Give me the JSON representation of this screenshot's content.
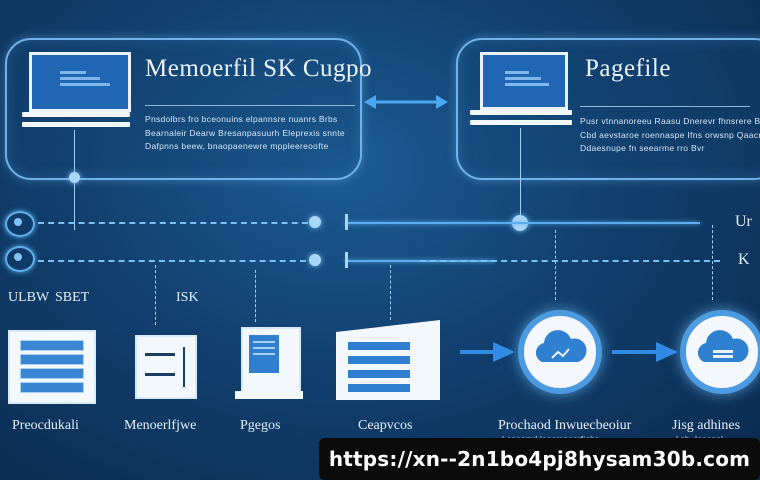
{
  "left_panel": {
    "title": "Memoerfil SK Cugpo",
    "text_lines": [
      "Pnsdolbrs fro bceonuins elpannsre nuanrs Brbs",
      "Bearnaleir Dearw Bresanpasuurh Eleprexis snnte",
      "Dafpnns beew, bnaopaenewre mppleereoofte"
    ]
  },
  "right_panel": {
    "title": "Pagefile",
    "text_lines": [
      "Pusr vtnnanoreeu Raasu Dnerevr fhnsrere Bve",
      "Cbd aevstaroe roennaspe Ifns orwsnp Qaacrn",
      "Ddaesnupe fn seearme rro Bvr"
    ]
  },
  "side_labels": {
    "row_right_top": "Ur",
    "row_right_bottom": "K",
    "left_a": "ULBW",
    "left_b": "SBET",
    "left_c": "ISK"
  },
  "bottom_labels": {
    "item1": "Preocdukali",
    "item2": "Menoerlfjwe",
    "item3": "Pgegos",
    "item4": "Ceapvcos",
    "item5": "Prochaod Inwuecbeoiur",
    "item5_sub": "Lepeemd loeersnoerfiehs",
    "item6": "Jisg adhines",
    "item6_sub": "Lsh, Ieeanel"
  },
  "url": "https://xn--2n1bo4pj8hysam30b.com",
  "colors": {
    "background": "#11406f",
    "accent": "#2f8be4",
    "line": "#5aaef0",
    "panel_border": "#6fb3ea"
  }
}
